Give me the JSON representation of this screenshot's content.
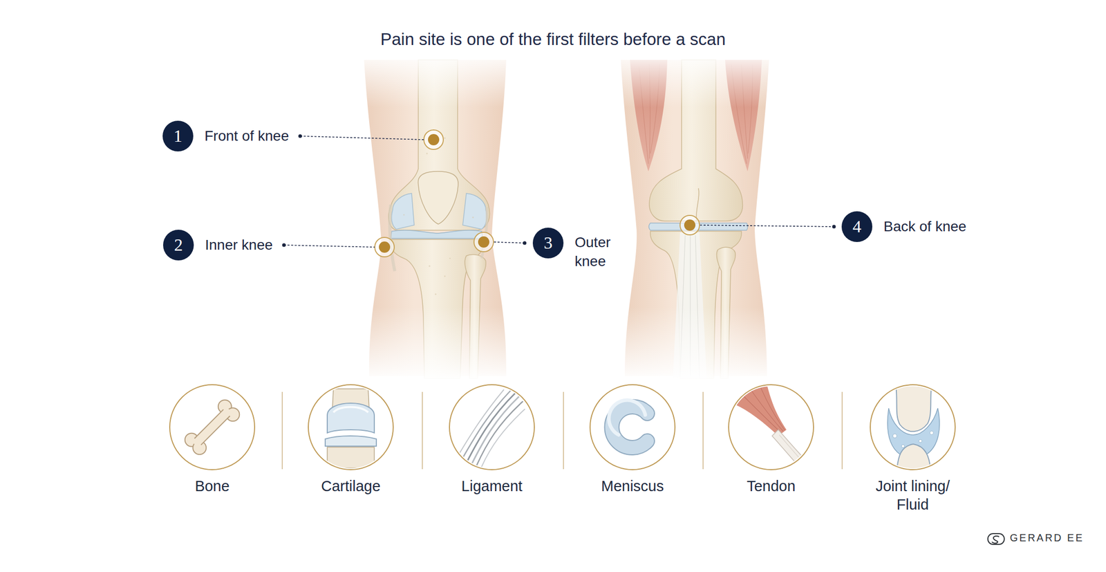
{
  "diagram": {
    "title": "Pain site is one of the first filters before a scan",
    "nodes": [
      {
        "text": [
          "1",
          "Front of knee"
        ]
      },
      {
        "text": [
          "2",
          "Inner knee"
        ]
      },
      {
        "text": [
          "3",
          "Outer knee"
        ]
      },
      {
        "text": [
          "4",
          "Back of knee"
        ]
      },
      {
        "text": [
          "Bone"
        ]
      },
      {
        "text": [
          "Cartilage"
        ]
      },
      {
        "text": [
          "Ligament"
        ]
      },
      {
        "text": [
          "Meniscus"
        ]
      },
      {
        "text": [
          "Tendon"
        ]
      },
      {
        "text": [
          "Joint lining/ Fluid"
        ]
      }
    ],
    "labels": [
      "GERARD EE"
    ]
  }
}
